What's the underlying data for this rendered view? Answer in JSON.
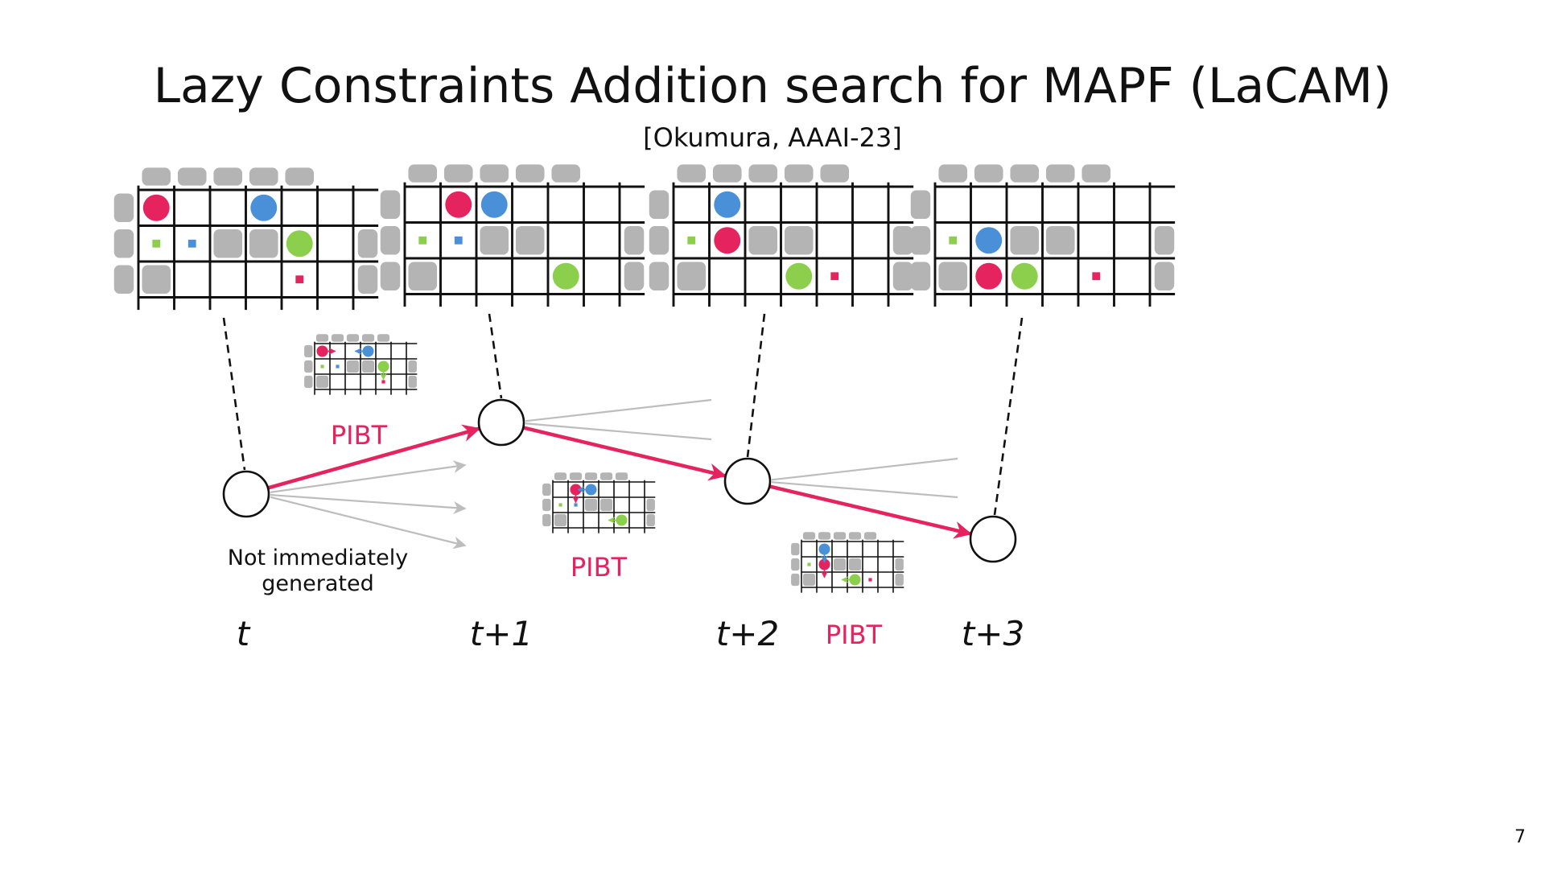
{
  "slide": {
    "title": "Lazy Constraints Addition search for MAPF (LaCAM)",
    "subtitle": "[Okumura, AAAI-23]",
    "page_number": "7"
  },
  "labels": {
    "not_generated": [
      "Not immediately",
      "generated"
    ],
    "pibt": "PIBT",
    "timesteps": [
      "t",
      "t+1",
      "t+2",
      "t+3"
    ]
  },
  "colors": {
    "red": "#E5235F",
    "blue": "#4A90D9",
    "green": "#8CCF4D",
    "obstacle": "#B4B4B4",
    "grid": "#111111",
    "tree_edge": "#BDBDBD"
  },
  "grid": {
    "rows": 3,
    "cols": 6,
    "obstacles": [
      [
        1,
        2
      ],
      [
        1,
        3
      ],
      [
        2,
        0
      ]
    ],
    "goals": [
      {
        "agent": "green",
        "row": 1,
        "col": 0
      },
      {
        "agent": "blue",
        "row": 1,
        "col": 1
      },
      {
        "agent": "red",
        "row": 2,
        "col": 4
      }
    ]
  },
  "configurations": [
    {
      "label": "t",
      "agents": [
        {
          "agent": "red",
          "row": 0,
          "col": 0
        },
        {
          "agent": "blue",
          "row": 0,
          "col": 3
        },
        {
          "agent": "green",
          "row": 1,
          "col": 4
        }
      ]
    },
    {
      "label": "t+1",
      "agents": [
        {
          "agent": "red",
          "row": 0,
          "col": 1
        },
        {
          "agent": "blue",
          "row": 0,
          "col": 2
        },
        {
          "agent": "green",
          "row": 2,
          "col": 4
        }
      ]
    },
    {
      "label": "t+2",
      "agents": [
        {
          "agent": "blue",
          "row": 0,
          "col": 1
        },
        {
          "agent": "red",
          "row": 1,
          "col": 1
        },
        {
          "agent": "green",
          "row": 2,
          "col": 3
        }
      ]
    },
    {
      "label": "t+3",
      "agents": [
        {
          "agent": "blue",
          "row": 1,
          "col": 1
        },
        {
          "agent": "red",
          "row": 2,
          "col": 1
        },
        {
          "agent": "green",
          "row": 2,
          "col": 2
        }
      ]
    }
  ],
  "pibt_steps": [
    {
      "from": 0,
      "to": 1
    },
    {
      "from": 1,
      "to": 2
    },
    {
      "from": 2,
      "to": 3
    }
  ]
}
